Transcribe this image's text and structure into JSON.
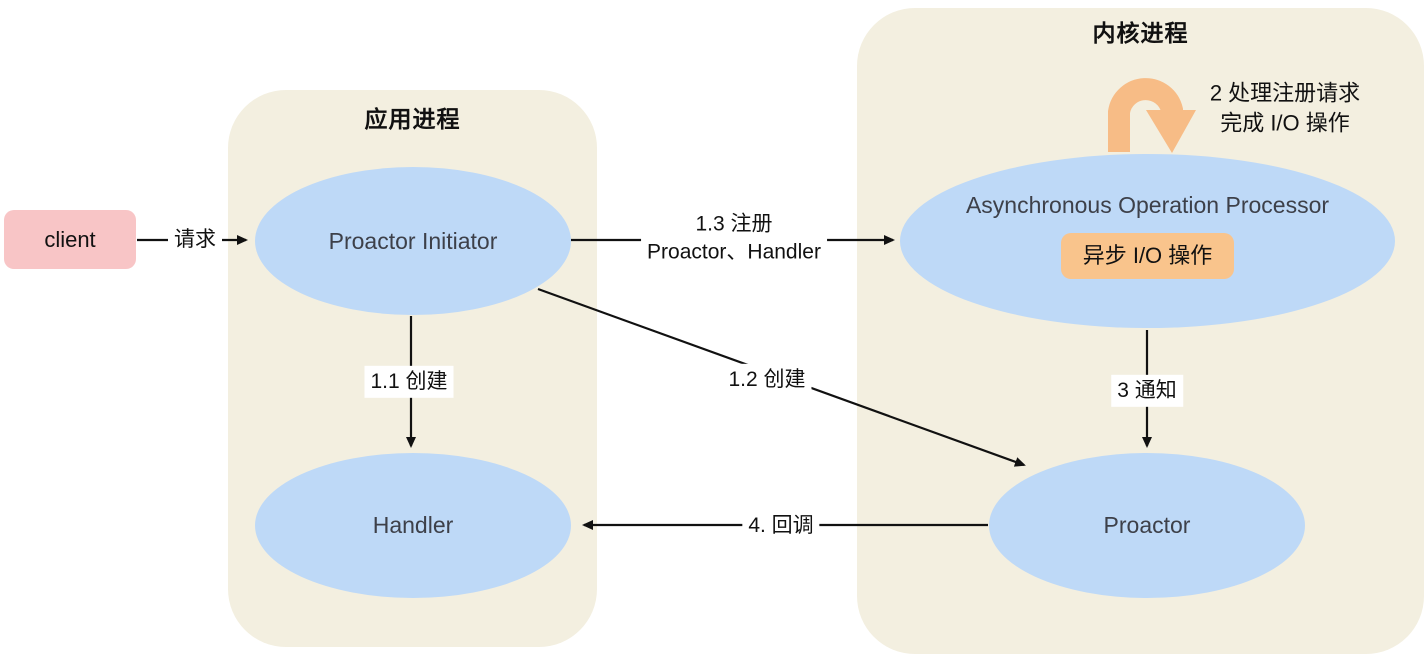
{
  "client": {
    "label": "client"
  },
  "app_process": {
    "title": "应用进程",
    "nodes": {
      "proactor_initiator": "Proactor Initiator",
      "handler": "Handler"
    }
  },
  "kernel_process": {
    "title": "内核进程",
    "nodes": {
      "aop": "Asynchronous Operation Processor",
      "async_io": "异步 I/O 操作",
      "proactor": "Proactor"
    },
    "loop_note": {
      "line1": "2 处理注册请求",
      "line2": "完成 I/O 操作"
    }
  },
  "edges": {
    "request": "请求",
    "register_line1": "1.3 注册",
    "register_line2": "Proactor、Handler",
    "create_handler": "1.1 创建",
    "create_proactor": "1.2 创建",
    "notify": "3 通知",
    "callback": "4. 回调"
  },
  "colors": {
    "container_fill": "#f3efe0",
    "ellipse_fill": "#bed9f7",
    "client_fill": "#f8c5c6",
    "async_io_fill": "#f9c48c",
    "loop_arrow": "#f7bc86",
    "line": "#111111"
  }
}
